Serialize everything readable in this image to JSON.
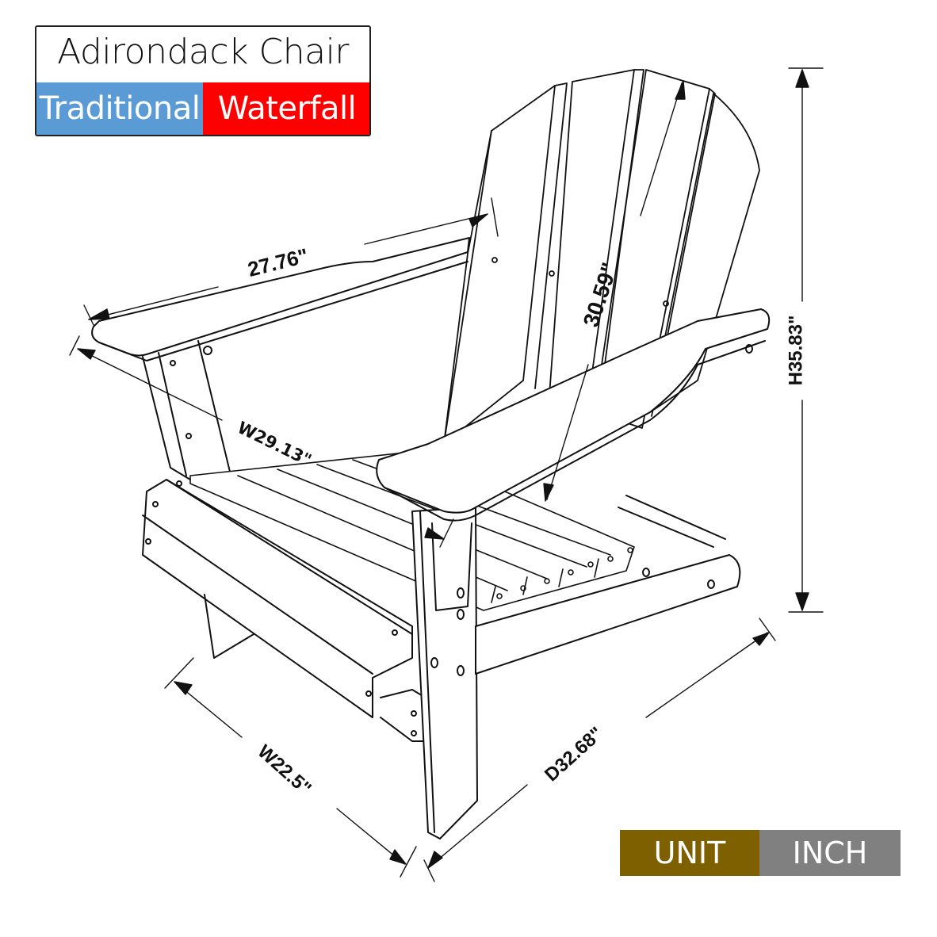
{
  "header": {
    "title": "Adirondack Chair",
    "variants": [
      {
        "label": "Traditional",
        "color": "#5b9bd5"
      },
      {
        "label": "Waterfall",
        "color": "#ff0000"
      }
    ]
  },
  "dimensions": {
    "armrest_length": "27.76\"",
    "back_height": "30.59\"",
    "overall_height": "H35.83\"",
    "inner_width": "W29.13\"",
    "seat_width": "W22.5\"",
    "depth": "D32.68\""
  },
  "unit": {
    "label": "UNIT",
    "value": "INCH",
    "label_color": "#7f6000",
    "value_color": "#808080"
  },
  "colors": {
    "line": "#111111",
    "background": "#ffffff"
  }
}
